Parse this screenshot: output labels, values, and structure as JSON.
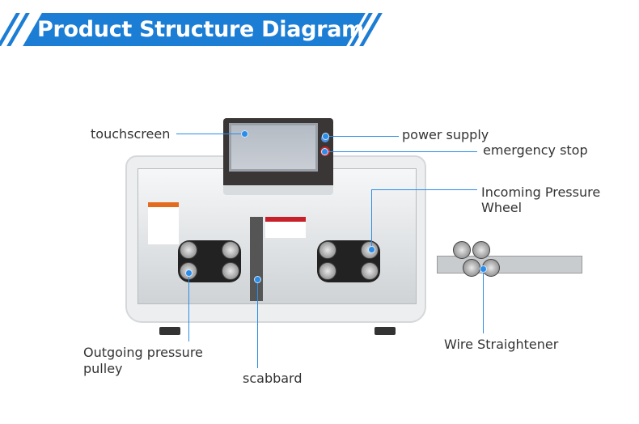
{
  "header": {
    "title": "Product Structure Diagram"
  },
  "labels": {
    "touchscreen": "touchscreen",
    "power_supply": "power supply",
    "emergency_stop": "emergency stop",
    "incoming_pressure_wheel_1": "Incoming Pressure",
    "incoming_pressure_wheel_2": "Wheel",
    "outgoing_pressure_pulley_1": "Outgoing pressure",
    "outgoing_pressure_pulley_2": "pulley",
    "scabbard": "scabbard",
    "wire_straightener": "Wire Straightener"
  },
  "colors": {
    "accent": "#1b7dd4",
    "callout": "#2b8de8"
  }
}
